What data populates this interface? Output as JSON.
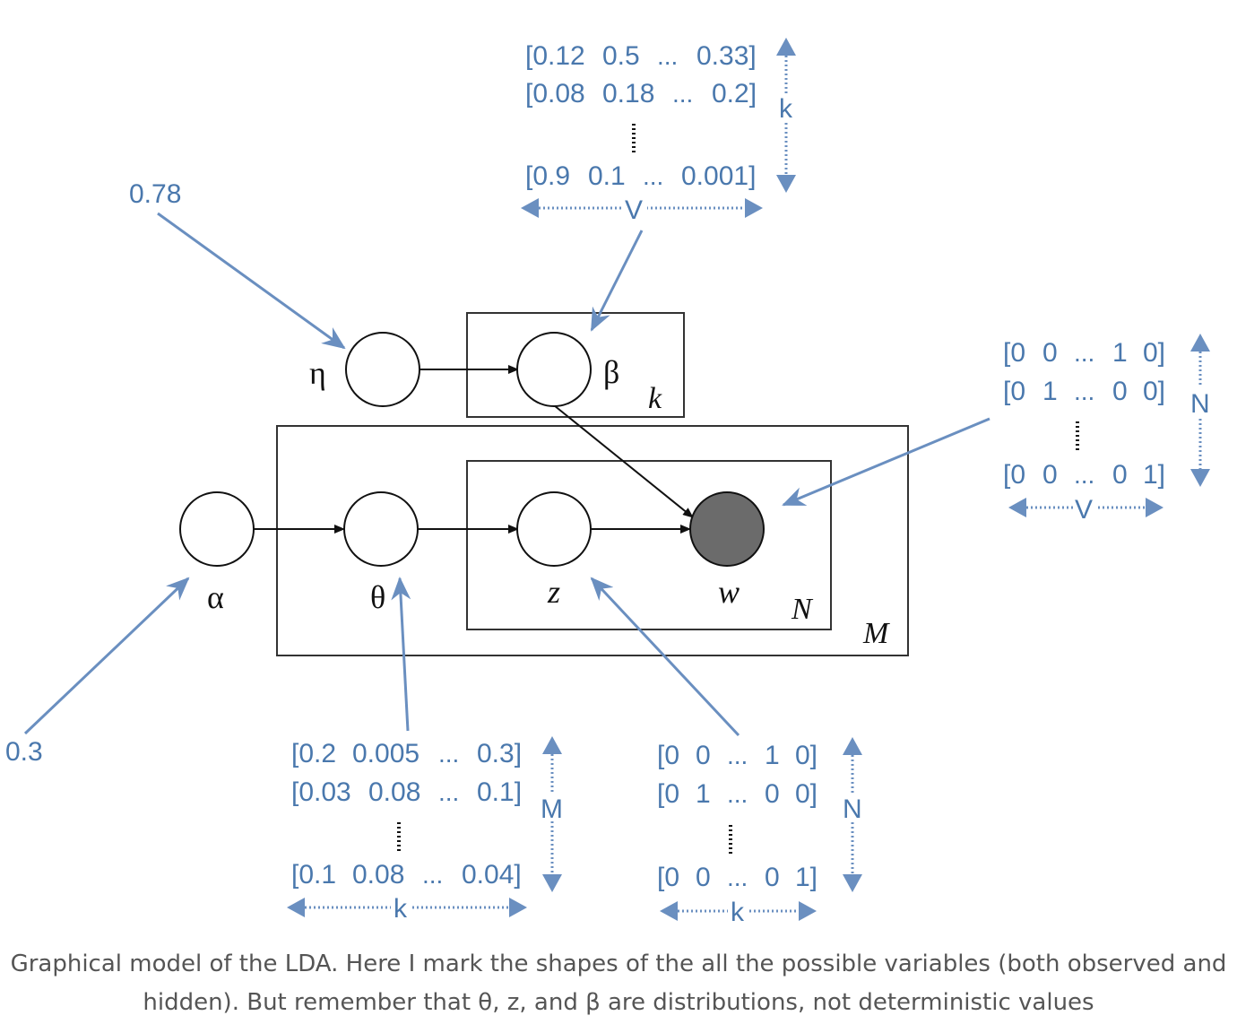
{
  "colors": {
    "annotation": "#4a78ad",
    "observed_node": "#6b6b6b",
    "line": "#111111"
  },
  "hyperparameters": {
    "eta_value": "0.78",
    "alpha_value": "0.3"
  },
  "nodes": {
    "eta": "η",
    "beta": "β",
    "alpha": "α",
    "theta": "θ",
    "z": "z",
    "w": "w"
  },
  "plates": {
    "k": "k",
    "N": "N",
    "M": "M"
  },
  "beta_matrix": {
    "rows": [
      [
        "[0.12",
        "0.5",
        "...",
        "0.33]"
      ],
      [
        "[0.08",
        "0.18",
        "...",
        "0.2]"
      ],
      [
        "[0.9",
        "0.1",
        "...",
        "0.001]"
      ]
    ],
    "row_dim": "k",
    "col_dim": "V"
  },
  "w_matrix": {
    "rows": [
      [
        "[0",
        "0",
        "...",
        "1",
        "0]"
      ],
      [
        "[0",
        "1",
        "...",
        "0",
        "0]"
      ],
      [
        "[0",
        "0",
        "...",
        "0",
        "1]"
      ]
    ],
    "row_dim": "N",
    "col_dim": "V"
  },
  "theta_matrix": {
    "rows": [
      [
        "[0.2",
        "0.005",
        "...",
        "0.3]"
      ],
      [
        "[0.03",
        "0.08",
        "...",
        "0.1]"
      ],
      [
        "[0.1",
        "0.08",
        "...",
        "0.04]"
      ]
    ],
    "row_dim": "M",
    "col_dim": "k"
  },
  "z_matrix": {
    "rows": [
      [
        "[0",
        "0",
        "...",
        "1",
        "0]"
      ],
      [
        "[0",
        "1",
        "...",
        "0",
        "0]"
      ],
      [
        "[0",
        "0",
        "...",
        "0",
        "1]"
      ]
    ],
    "row_dim": "N",
    "col_dim": "k"
  },
  "caption": {
    "line1": "Graphical model of the LDA. Here I mark the shapes of the all the possible variables (both observed and",
    "line2": "hidden). But remember that θ, z, and β are distributions, not deterministic values"
  }
}
